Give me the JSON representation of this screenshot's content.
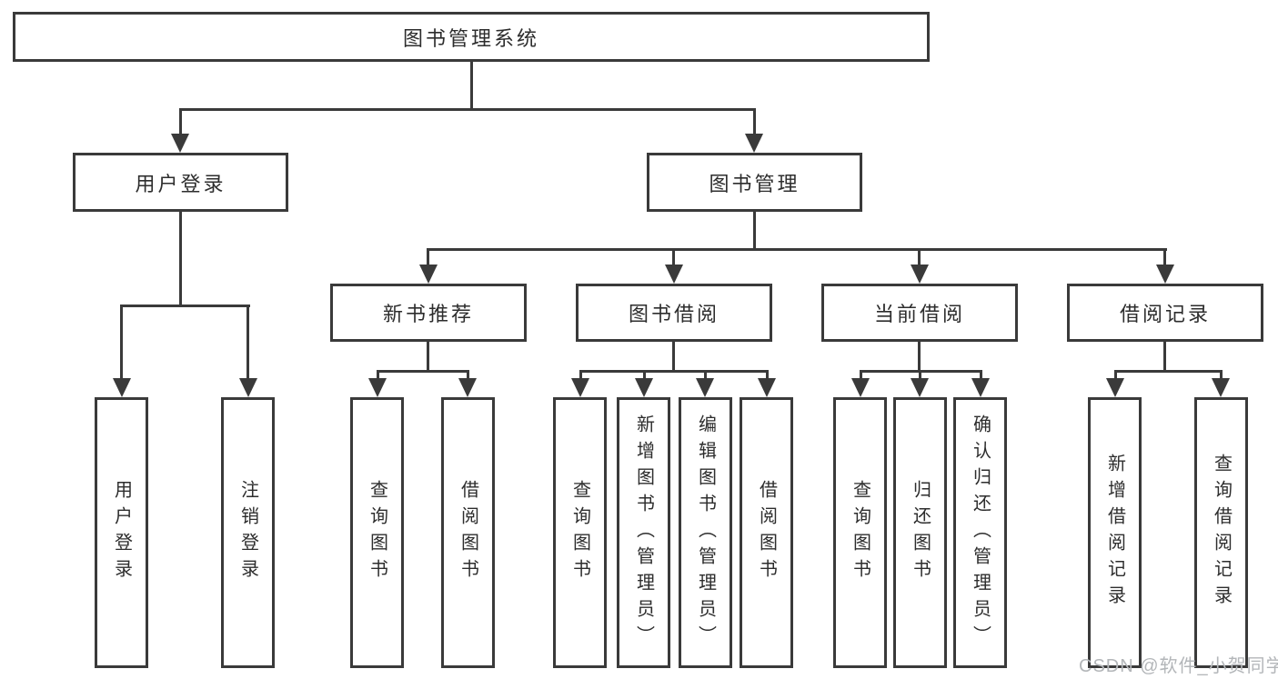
{
  "diagram_title": "图书管理系统",
  "colors": {
    "line": "#3a3a3a",
    "text": "#2d2d2d",
    "background": "#ffffff",
    "watermark": "#b3b6b9"
  },
  "tree": {
    "label": "图书管理系统",
    "children": [
      {
        "label": "用户登录",
        "children": [
          {
            "label": "用户登录"
          },
          {
            "label": "注销登录"
          }
        ]
      },
      {
        "label": "图书管理",
        "children": [
          {
            "label": "新书推荐",
            "children": [
              {
                "label": "查询图书"
              },
              {
                "label": "借阅图书"
              }
            ]
          },
          {
            "label": "图书借阅",
            "children": [
              {
                "label": "查询图书"
              },
              {
                "label": "新增图书（管理员）"
              },
              {
                "label": "编辑图书（管理员）"
              },
              {
                "label": "借阅图书"
              }
            ]
          },
          {
            "label": "当前借阅",
            "children": [
              {
                "label": "查询图书"
              },
              {
                "label": "归还图书"
              },
              {
                "label": "确认归还（管理员）"
              }
            ]
          },
          {
            "label": "借阅记录",
            "children": [
              {
                "label": "新增借阅记录"
              },
              {
                "label": "查询借阅记录"
              }
            ]
          }
        ]
      }
    ]
  },
  "watermark": {
    "text": "CSDN @软件_小贺同学"
  }
}
